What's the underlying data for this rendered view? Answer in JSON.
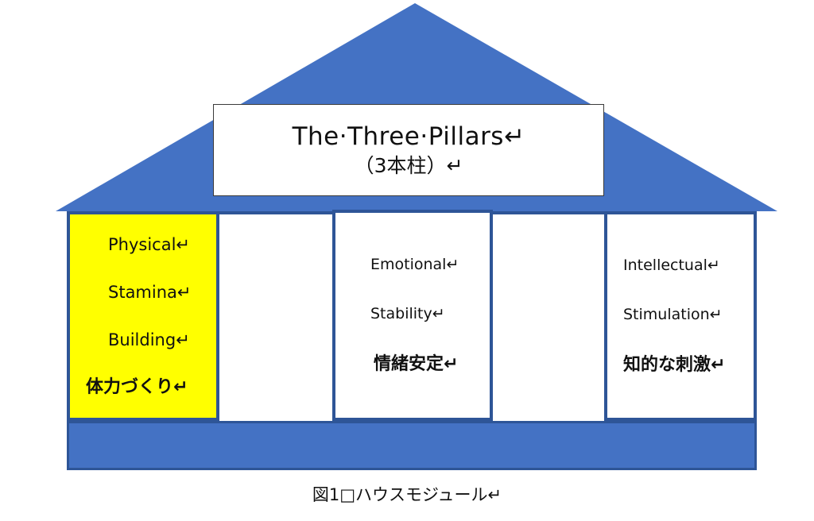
{
  "title": {
    "line1": "The·Three·Pillars↵",
    "line2": "（3本柱）↵"
  },
  "pillars": [
    {
      "en_lines": [
        "Physical↵",
        "Stamina↵",
        "Building↵"
      ],
      "jp": "体力づくり↵",
      "fill": "#ffff00"
    },
    {
      "en_lines": [
        "Emotional↵",
        "Stability↵"
      ],
      "jp": "情緒安定↵",
      "fill": "#ffffff"
    },
    {
      "en_lines": [
        "Intellectual↵",
        "Stimulation↵"
      ],
      "jp": "知的な刺激↵",
      "fill": "#ffffff"
    }
  ],
  "caption": "図1□ハウスモジュール↵",
  "colors": {
    "roof": "#4472c4",
    "outline": "#2e5597",
    "base": "#4472c4",
    "highlight": "#ffff00"
  }
}
